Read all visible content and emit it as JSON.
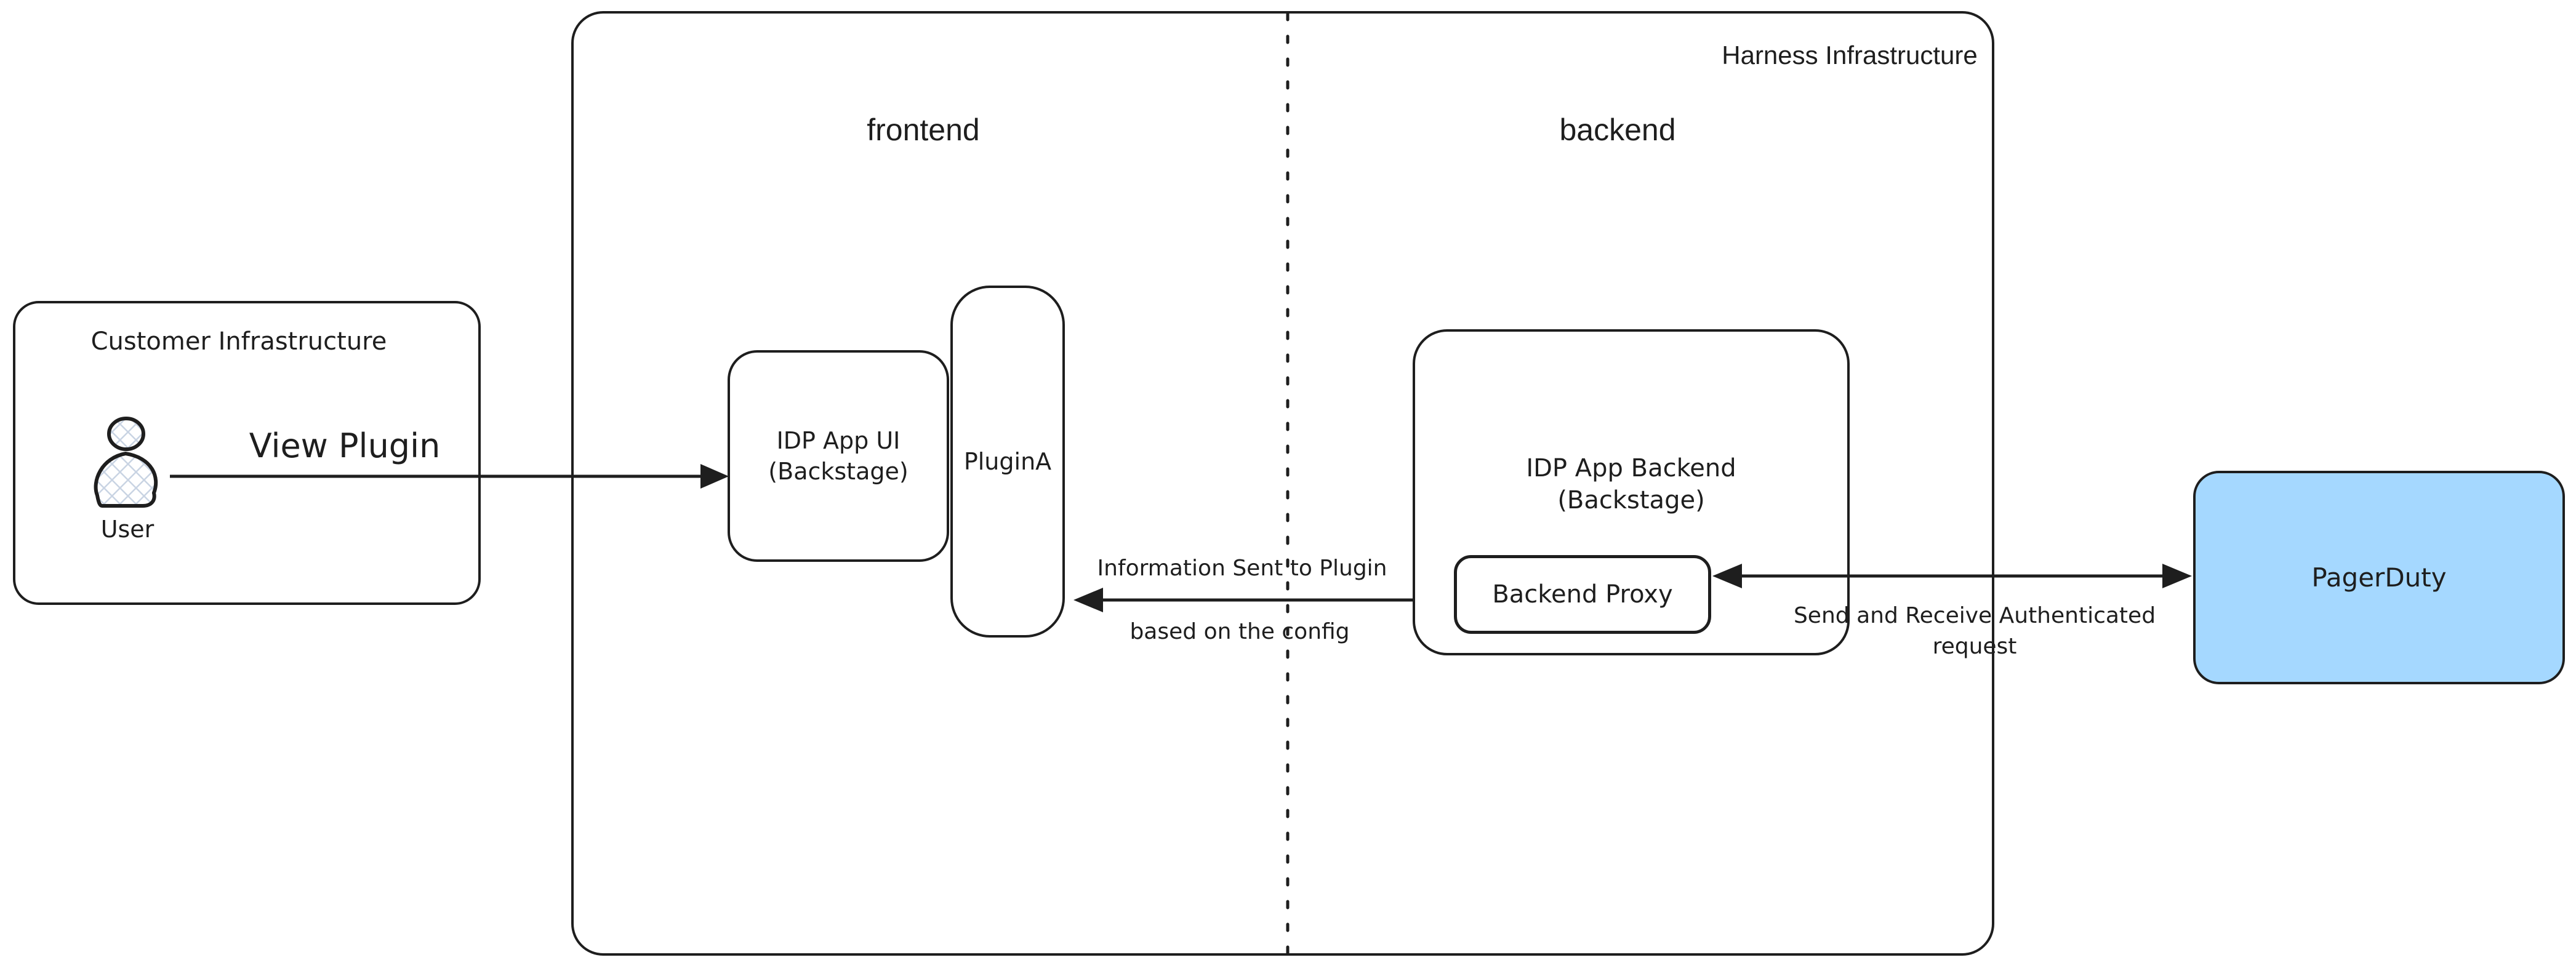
{
  "diagram": {
    "harness": {
      "label": "Harness Infrastructure",
      "frontend_label": "frontend",
      "backend_label": "backend"
    },
    "customer": {
      "label": "Customer Infrastructure",
      "user_label": "User"
    },
    "nodes": {
      "idp_app_ui": {
        "line1": "IDP App UI",
        "line2": "(Backstage)"
      },
      "plugin_a": {
        "label": "PluginA"
      },
      "idp_app_backend": {
        "line1": "IDP App Backend",
        "line2": "(Backstage)"
      },
      "backend_proxy": {
        "label": "Backend Proxy"
      },
      "pagerduty": {
        "label": "PagerDuty"
      }
    },
    "edges": {
      "view_plugin": {
        "label": "View Plugin"
      },
      "info_to_plugin": {
        "line1": "Information Sent to Plugin",
        "line2": "based on the config"
      },
      "auth_request": {
        "line1": "Send and Receive Authenticated",
        "line2": "request"
      }
    },
    "icons": {
      "user": "user-person-icon"
    },
    "colors": {
      "stroke": "#1e1e1e",
      "pagerduty_fill": "#a5d8ff",
      "hatch": "#c9d4e3"
    }
  }
}
